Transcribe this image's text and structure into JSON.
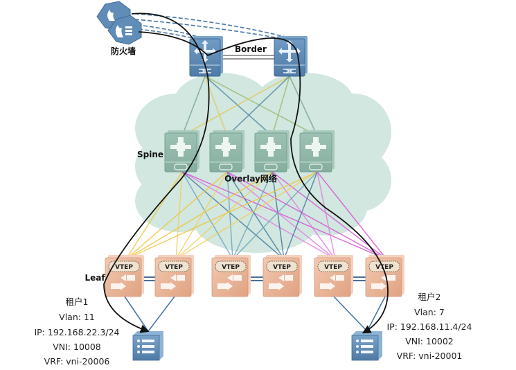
{
  "diagram": {
    "title": "VXLAN Spine-Leaf Overlay Topology",
    "labels": {
      "firewall": "防火墙",
      "border": "Border",
      "spine": "Spine",
      "overlay": "Overlay网络",
      "leaf": "Leaf",
      "vtep": "VTEP"
    },
    "colors": {
      "device_blue": "#5b87b2",
      "device_blue_dark": "#3f6c97",
      "spine_green": "#8fb6a8",
      "cloud": "#cfe6de",
      "leaf_peach": "#e4a98a",
      "leaf_peach_light": "#f1c6ae",
      "link_blue": "#4a77a8",
      "link_yellow": "#f0c43a",
      "link_magenta": "#d54fd8",
      "link_teal": "#5e9eae",
      "path_black": "#111111"
    },
    "nodes": {
      "firewalls": [
        {
          "id": "fw1"
        },
        {
          "id": "fw2"
        }
      ],
      "borders": [
        {
          "id": "border1"
        },
        {
          "id": "border2"
        }
      ],
      "spines": [
        {
          "id": "spine1"
        },
        {
          "id": "spine2"
        },
        {
          "id": "spine3"
        },
        {
          "id": "spine4"
        }
      ],
      "leaves": [
        {
          "id": "leaf1",
          "label": "VTEP"
        },
        {
          "id": "leaf2",
          "label": "VTEP"
        },
        {
          "id": "leaf3",
          "label": "VTEP"
        },
        {
          "id": "leaf4",
          "label": "VTEP"
        },
        {
          "id": "leaf5",
          "label": "VTEP"
        },
        {
          "id": "leaf6",
          "label": "VTEP"
        }
      ],
      "servers": [
        {
          "id": "server1"
        },
        {
          "id": "server2"
        }
      ]
    },
    "tenants": [
      {
        "name": "租户1",
        "vlan": "Vlan: 11",
        "ip": "IP: 192.168.22.3/24",
        "vni": "VNI: 10008",
        "vrf": "VRF: vni-20006"
      },
      {
        "name": "租户2",
        "vlan": "Vlan: 7",
        "ip": "IP: 192.168.11.4/24",
        "vni": "VNI: 10002",
        "vrf": "VRF: vni-20001"
      }
    ]
  }
}
